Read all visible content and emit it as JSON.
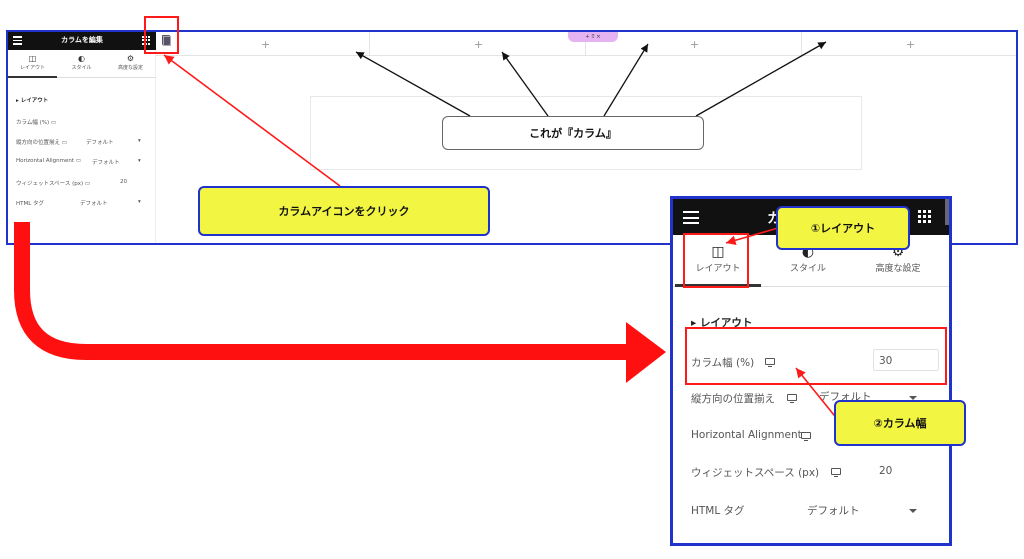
{
  "editor": {
    "panel_title": "カラムを編集",
    "tabs": [
      {
        "label": "レイアウト",
        "icon": "layout-columns-icon"
      },
      {
        "label": "スタイル",
        "icon": "half-circle-icon"
      },
      {
        "label": "高度な設定",
        "icon": "gear-icon"
      }
    ],
    "section_title": "レイアウト",
    "rows": [
      {
        "label": "カラム幅 (%)",
        "value": ""
      },
      {
        "label": "縦方向の位置揃え",
        "value": "デフォルト"
      },
      {
        "label": "Horizontal Alignment",
        "value": "デフォルト"
      },
      {
        "label": "ウィジェットスペース (px)",
        "value": "20"
      },
      {
        "label": "HTML タグ",
        "value": "デフォルト"
      }
    ],
    "column_plus": "+",
    "pill_text": "+ ⠿ ×"
  },
  "zoom_panel": {
    "title": "カ",
    "tabs": [
      {
        "label": "レイアウト",
        "icon": "layout-columns-icon"
      },
      {
        "label": "スタイル",
        "icon": "half-circle-icon"
      },
      {
        "label": "高度な設定",
        "icon": "gear-icon"
      }
    ],
    "section_title": "レイアウト",
    "rows": [
      {
        "label": "カラム幅 (%)",
        "value": "30"
      },
      {
        "label": "縦方向の位置揃え",
        "value": "デフォルト"
      },
      {
        "label": "Horizontal Alignment",
        "value": ""
      },
      {
        "label": "ウィジェットスペース (px)",
        "value": "20"
      },
      {
        "label": "HTML タグ",
        "value": "デフォルト"
      }
    ]
  },
  "callouts": {
    "column": "これが『カラム』",
    "click": "カラムアイコンをクリック",
    "layout": "①レイアウト",
    "width": "②カラム幅"
  },
  "colors": {
    "frame_blue": "#2233cc",
    "highlight_red": "#ff1a1a",
    "callout_yellow": "#f2f542",
    "panel_dark": "#111111"
  }
}
